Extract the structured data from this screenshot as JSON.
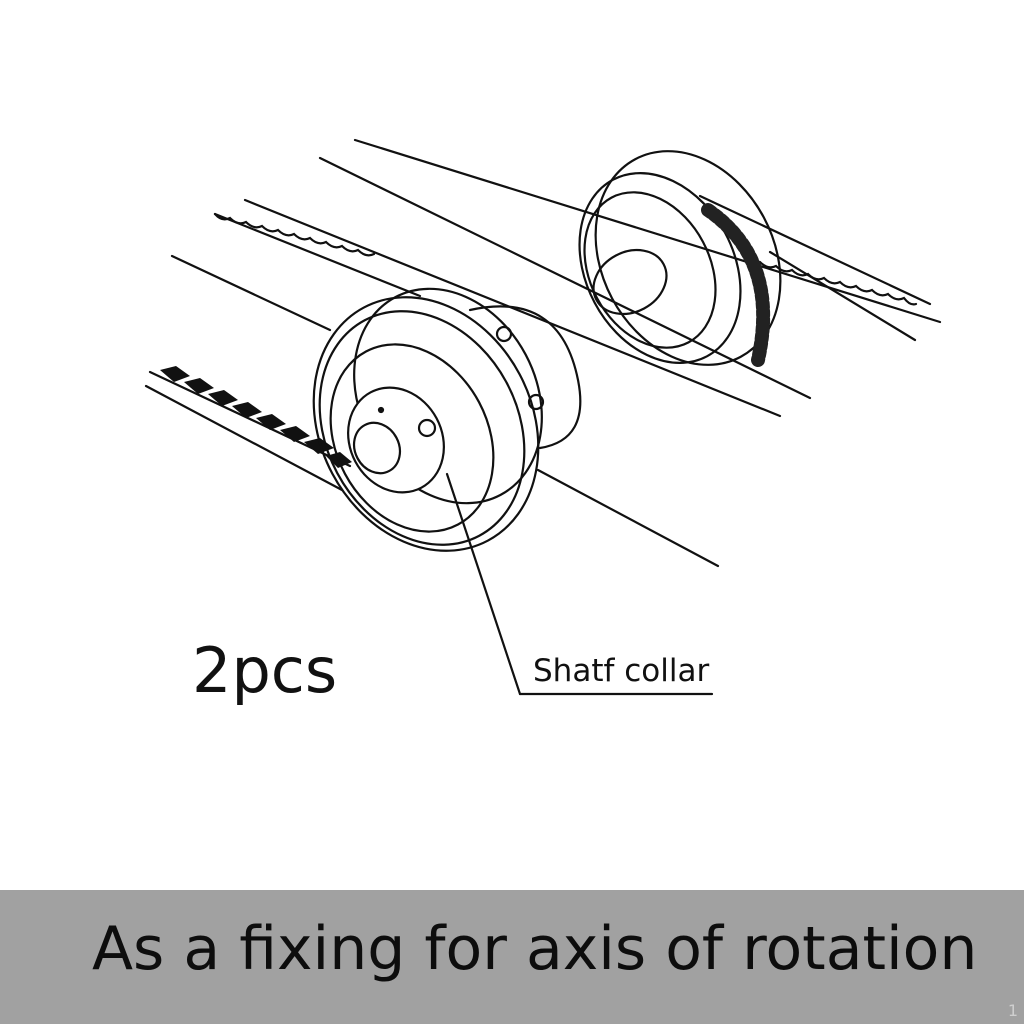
{
  "diagram": {
    "quantity_label": "2pcs",
    "callout_label": "Shatf collar"
  },
  "banner": {
    "caption": "As a fixing for axis of rotation",
    "page_number": "1",
    "background_color": "#a1a1a1"
  },
  "colors": {
    "line": "#111111",
    "background": "#ffffff"
  }
}
